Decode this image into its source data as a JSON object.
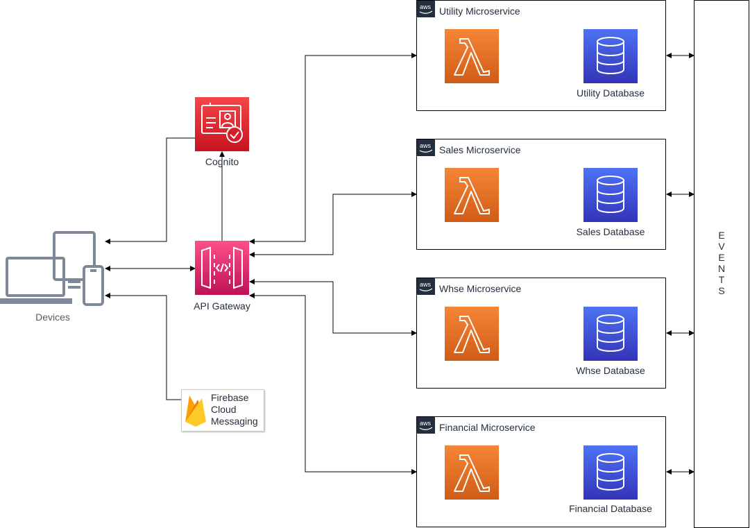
{
  "devices": {
    "label": "Devices"
  },
  "cognito": {
    "label": "Cognito"
  },
  "api_gateway": {
    "label": "API Gateway"
  },
  "fcm": {
    "line1": "Firebase",
    "line2": "Cloud",
    "line3": "Messaging"
  },
  "microservices": [
    {
      "title": "Utility Microservice",
      "db_label": "Utility Database"
    },
    {
      "title": "Sales Microservice",
      "db_label": "Sales Database"
    },
    {
      "title": "Whse Microservice",
      "db_label": "Whse Database"
    },
    {
      "title": "Financial Microservice",
      "db_label": "Financial Database"
    }
  ],
  "events": {
    "letters": [
      "E",
      "V",
      "E",
      "N",
      "T",
      "S"
    ]
  },
  "colors": {
    "lambda_top": "#f68536",
    "lambda_bottom": "#d05c17",
    "db_top": "#4d72f3",
    "db_bottom": "#3334b9",
    "cognito_top": "#f54749",
    "cognito_bottom": "#c7131f",
    "apigw_top": "#ff4f8b",
    "apigw_bottom": "#bc1356",
    "aws_badge": "#232f3e",
    "device_gray": "#7d8998"
  }
}
